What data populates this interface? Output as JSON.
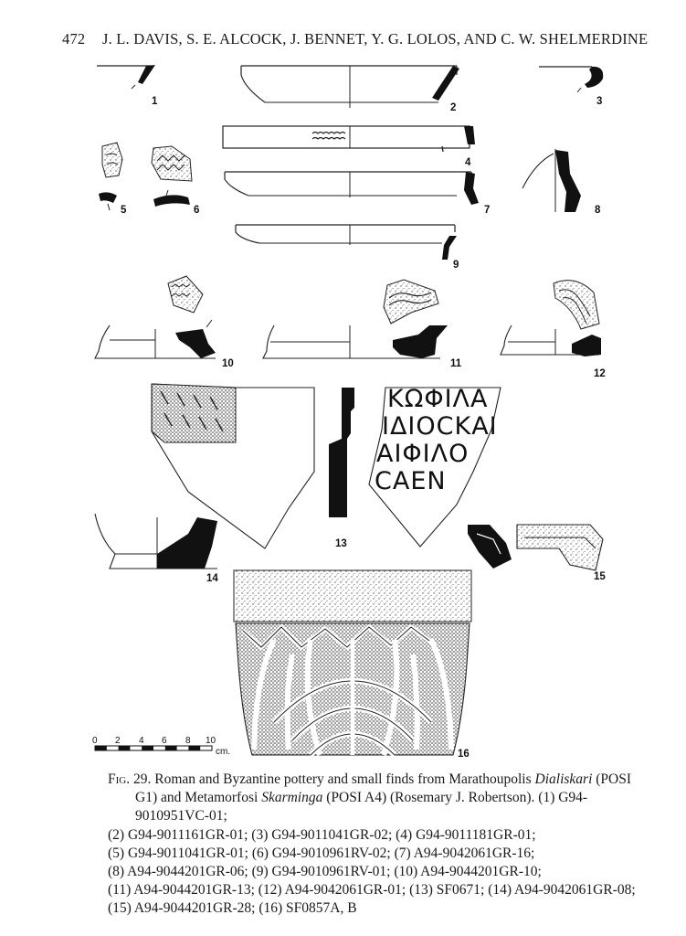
{
  "header": {
    "page_number": "472",
    "authors": "J. L. DAVIS, S. E. ALCOCK, J. BENNET, Y. G. LOLOS, AND C. W. SHELMERDINE"
  },
  "figure": {
    "labels": [
      "1",
      "2",
      "3",
      "4",
      "5",
      "6",
      "7",
      "8",
      "9",
      "10",
      "11",
      "12",
      "13",
      "14",
      "15",
      "16"
    ],
    "inscription_lines": [
      "ΚΩΦΙΛΑ",
      "ΙΔΙΟCΚΑΙ",
      "ΑΙΦΙΛΟ",
      "CΑΕΝ"
    ],
    "scale": {
      "ticks": [
        "0",
        "2",
        "4",
        "6",
        "8",
        "10"
      ],
      "unit": "cm."
    }
  },
  "caption": {
    "fig_label": "Fig. 29.",
    "title_part1": " Roman and Byzantine pottery and small finds from Marathoupolis ",
    "site1": "Dialiskari",
    "title_part2": " (POSI G1) and Metamorfosi ",
    "site2": "Skarminga",
    "title_part3": " (POSI A4) (Rosemary J. Robertson). (1) G94-9010951VC-01;",
    "lines": [
      "(2) G94-9011161GR-01; (3) G94-9011041GR-02; (4) G94-9011181GR-01;",
      "(5) G94-9011041GR-01; (6) G94-9010961RV-02; (7) A94-9042061GR-16;",
      "(8) A94-9044201GR-06; (9) G94-9010961RV-01; (10) A94-9044201GR-10;",
      "(11) A94-9044201GR-13; (12) A94-9042061GR-01; (13) SF0671; (14) A94-9042061GR-08;",
      "(15) A94-9044201GR-28; (16) SF0857A, B"
    ]
  }
}
